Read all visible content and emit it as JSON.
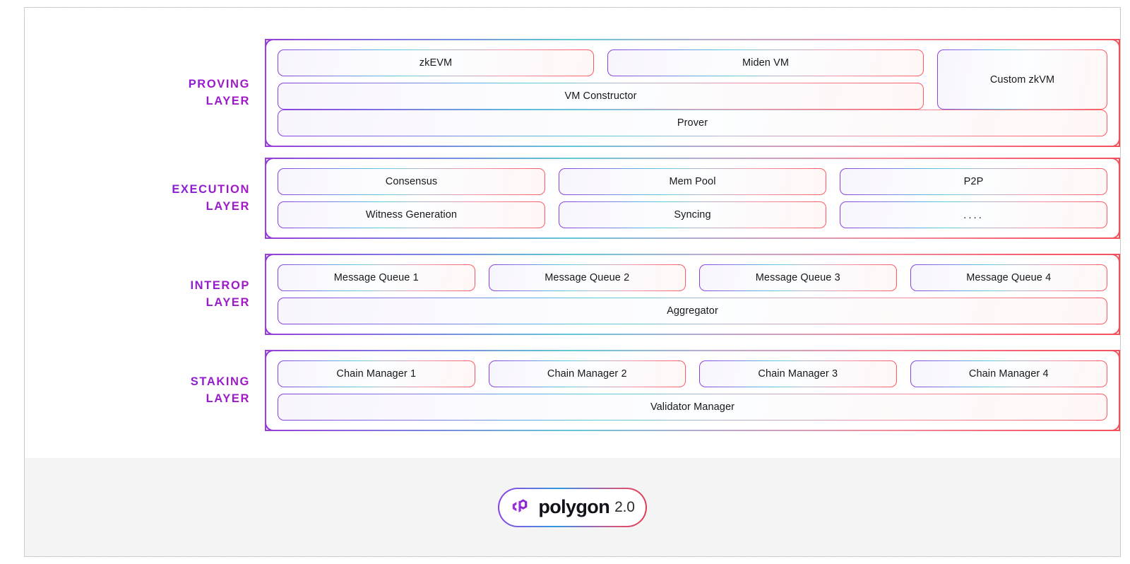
{
  "page": {
    "background": "#ffffff",
    "footer_background": "#f4f4f4",
    "accent_start": "#5b2fd6",
    "accent_end": "#a816c4",
    "border_gradient_start": "#8b3fe0",
    "border_gradient_mid": "#58cbdb",
    "border_gradient_end": "#fa5a62"
  },
  "layers": [
    {
      "id": "proving",
      "label": "PROVING\nLAYER",
      "rows": [
        [
          "zkEVM",
          "Miden VM"
        ],
        [
          "VM Constructor"
        ],
        [
          "Prover"
        ]
      ],
      "side_cell": "Custom zkVM"
    },
    {
      "id": "execution",
      "label": "EXECUTION\nLAYER",
      "rows": [
        [
          "Consensus",
          "Mem Pool",
          "P2P"
        ],
        [
          "Witness Generation",
          "Syncing",
          "...."
        ]
      ]
    },
    {
      "id": "interop",
      "label": "INTEROP\nLAYER",
      "rows": [
        [
          "Message Queue 1",
          "Message Queue 2",
          "Message Queue 3",
          "Message Queue 4"
        ],
        [
          "Aggregator"
        ]
      ]
    },
    {
      "id": "staking",
      "label": "STAKING\nLAYER",
      "rows": [
        [
          "Chain Manager 1",
          "Chain Manager 2",
          "Chain Manager 3",
          "Chain Manager 4"
        ],
        [
          "Validator Manager"
        ]
      ]
    }
  ],
  "footer": {
    "logo_word": "polygon",
    "logo_version": "2.0",
    "logo_mark_color": "#8a2be2"
  }
}
